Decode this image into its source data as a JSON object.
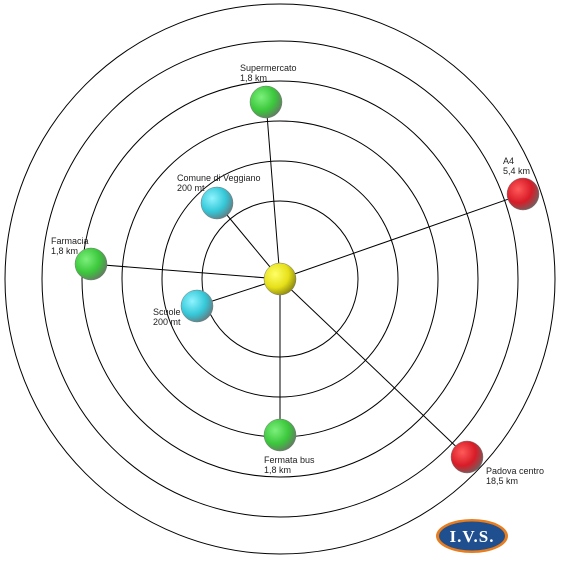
{
  "colors": {
    "center": "#e6e019",
    "green": "#3cc83c",
    "cyan": "#35c8d8",
    "red": "#d81c28",
    "ring": "#000000",
    "logo_blue": "#1f4f8f",
    "logo_orange": "#e87d1e"
  },
  "nodes": {
    "supermercato": {
      "name": "Supermercato",
      "dist": "1,8 km"
    },
    "comune": {
      "name": "Comune di Veggiano",
      "dist": "200 mt"
    },
    "a4": {
      "name": "A4",
      "dist": "5,4 km"
    },
    "farmacia": {
      "name": "Farmacia",
      "dist": "1,8 km"
    },
    "scuole": {
      "name": "Scuole",
      "dist": "200 mt"
    },
    "fermata": {
      "name": "Fermata bus",
      "dist": "1,8 km"
    },
    "padova": {
      "name": "Padova centro",
      "dist": "18,5 km"
    }
  },
  "logo": {
    "text": "I.V.S."
  }
}
